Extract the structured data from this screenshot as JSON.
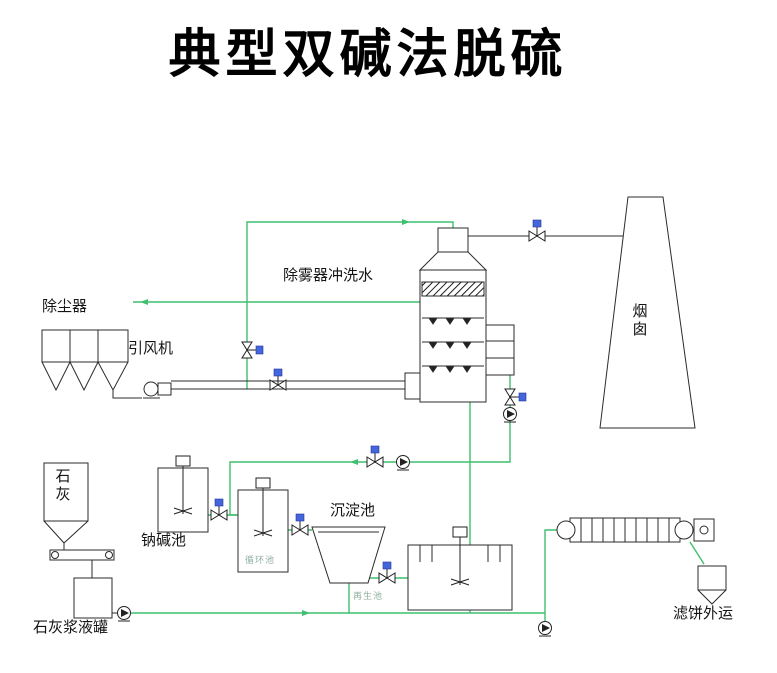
{
  "title": "典型双碱法脱硫",
  "labels": {
    "dust_collector": "除尘器",
    "induced_fan": "引风机",
    "demister_wash_water": "除雾器冲洗水",
    "chimney": "烟囱",
    "lime": "石灰",
    "soda_alkali_tank": "钠碱池",
    "settling_tank": "沉淀池",
    "circulation_tank": "循环池",
    "regeneration_tank": "再生池",
    "lime_slurry_tank": "石灰浆液罐",
    "filter_cake_out": "滤饼外运"
  },
  "symbols": {
    "valve": "valve-with-blue-handle",
    "pump": "pump-circle",
    "agitator": "agitator-mixer",
    "nozzle": "spray-nozzle"
  },
  "colors": {
    "background": "#ffffff",
    "equipment_line": "#2b2b2b",
    "pipe_green": "#3fbf6f",
    "valve_handle_blue": "#4466dd"
  }
}
